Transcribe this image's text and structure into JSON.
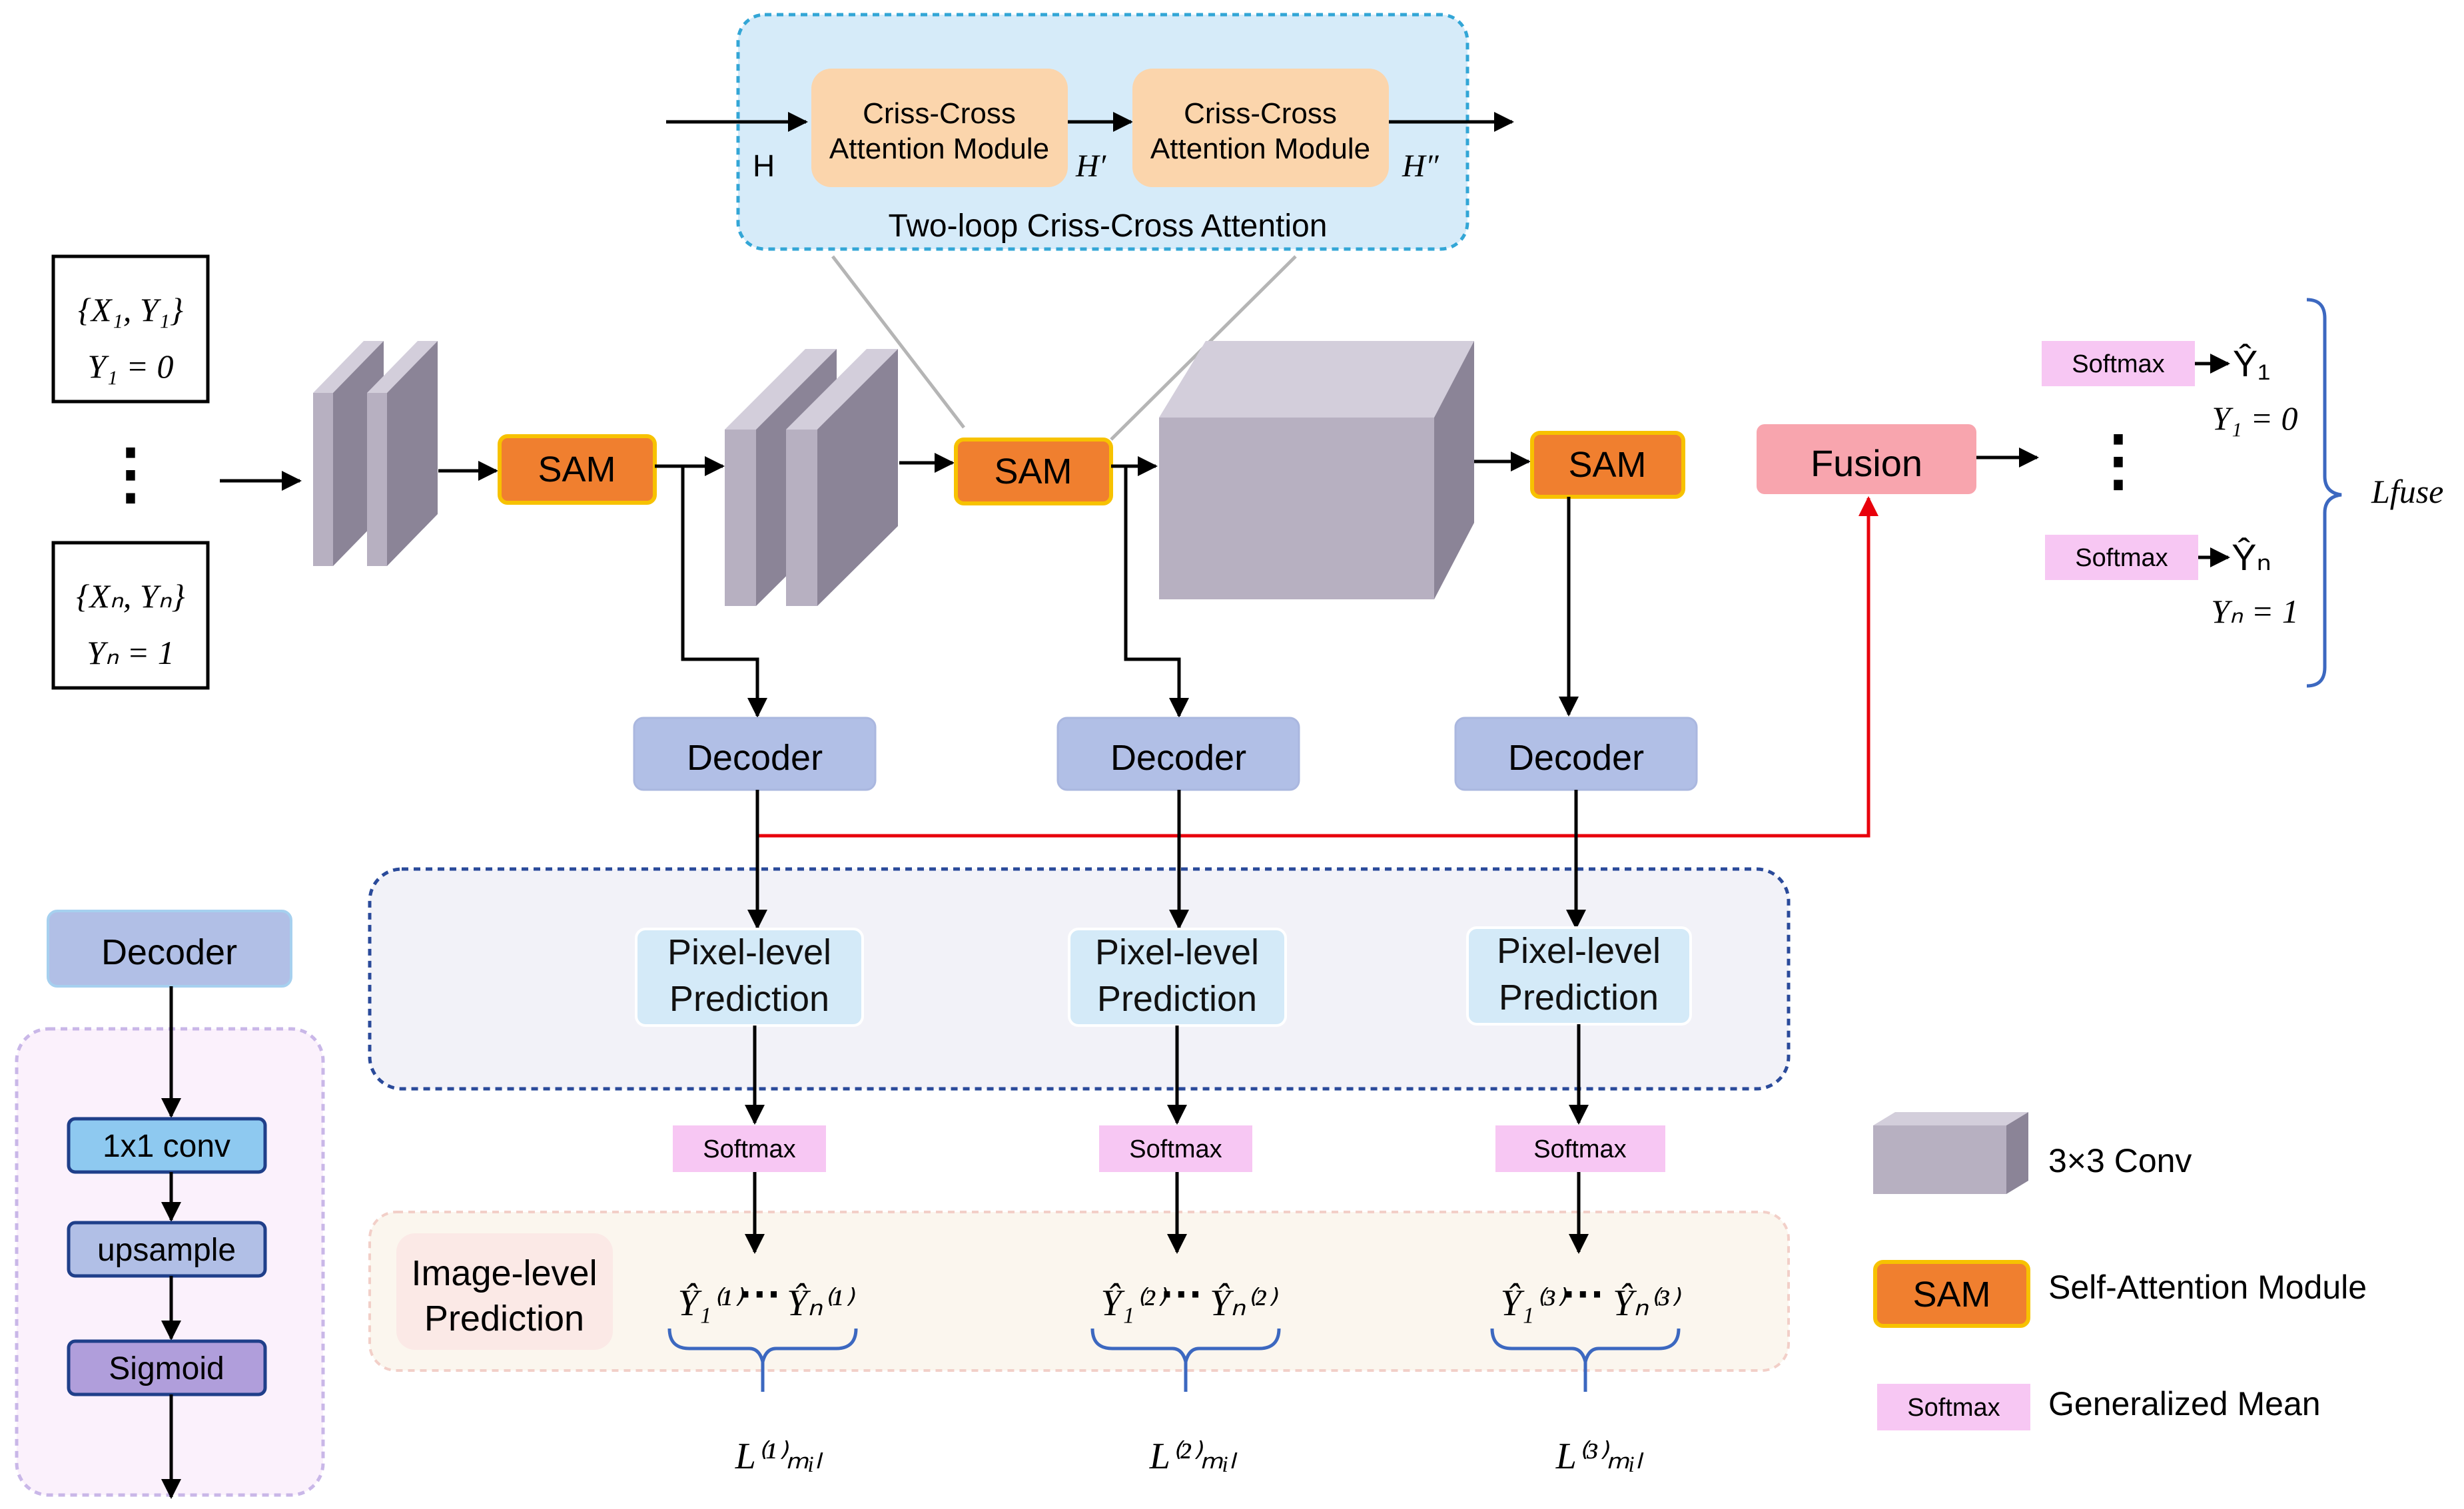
{
  "colors": {
    "sam_fill": "#f07f2f",
    "sam_border": "#f7c200",
    "decoder_fill": "#b1bfe6",
    "prediction_fill": "#d4eaf8",
    "softmax_fill": "#f7c7f3",
    "fusion_fill": "#f8a5ae",
    "conv_front": "#b7b0c1",
    "conv_side": "#8b8497",
    "conv_top": "#d3cedb",
    "attention_bg": "#d6ebf9",
    "cca_fill": "#fbd5ac",
    "red_arrow": "#e8000b",
    "brace_blue": "#3c68c0"
  },
  "inputs": {
    "first": {
      "line1": "{X₁, Y₁}",
      "line2": "Y₁ = 0"
    },
    "dots": "⋮",
    "last": {
      "line1": "{Xₙ, Yₙ}",
      "line2": "Yₙ = 1"
    }
  },
  "attention": {
    "caption": "Two-loop Criss-Cross Attention",
    "module1": {
      "line1": "Criss-Cross",
      "line2": "Attention Module"
    },
    "module2": {
      "line1": "Criss-Cross",
      "line2": "Attention Module"
    },
    "label_h": "H",
    "label_h1": "H′",
    "label_h2": "H″"
  },
  "sam": [
    "SAM",
    "SAM",
    "SAM"
  ],
  "decoder": [
    "Decoder",
    "Decoder",
    "Decoder"
  ],
  "pixel_prediction": [
    {
      "line1": "Pixel-level",
      "line2": "Prediction"
    },
    {
      "line1": "Pixel-level",
      "line2": "Prediction"
    },
    {
      "line1": "Pixel-level",
      "line2": "Prediction"
    }
  ],
  "softmax": [
    "Softmax",
    "Softmax",
    "Softmax"
  ],
  "image_level": {
    "line1": "Image-level",
    "line2": "Prediction"
  },
  "image_outputs": [
    {
      "first": "Ŷ₁⁽¹⁾",
      "dots": "···",
      "last": "Ŷₙ⁽¹⁾",
      "loss": "L⁽¹⁾ₘᵢₗ"
    },
    {
      "first": "Ŷ₁⁽²⁾",
      "dots": "···",
      "last": "Ŷₙ⁽²⁾",
      "loss": "L⁽²⁾ₘᵢₗ"
    },
    {
      "first": "Ŷ₁⁽³⁾",
      "dots": "···",
      "last": "Ŷₙ⁽³⁾",
      "loss": "L⁽³⁾ₘᵢₗ"
    }
  ],
  "fusion": {
    "label": "Fusion",
    "dots": "⋮",
    "outputs": [
      {
        "softmax": "Softmax",
        "yhat": "Ŷ₁",
        "label": "Y₁ = 0"
      },
      {
        "softmax": "Softmax",
        "yhat": "Ŷₙ",
        "label": "Yₙ = 1"
      }
    ],
    "loss": "Lfuse"
  },
  "decoder_detail": {
    "title": "Decoder",
    "steps": [
      "1x1 conv",
      "upsample",
      "Sigmoid"
    ]
  },
  "legend": [
    {
      "icon": "conv",
      "label": "3×3 Conv"
    },
    {
      "icon": "sam",
      "sample": "SAM",
      "label": "Self-Attention Module"
    },
    {
      "icon": "softmax",
      "sample": "Softmax",
      "label": "Generalized Mean"
    }
  ]
}
